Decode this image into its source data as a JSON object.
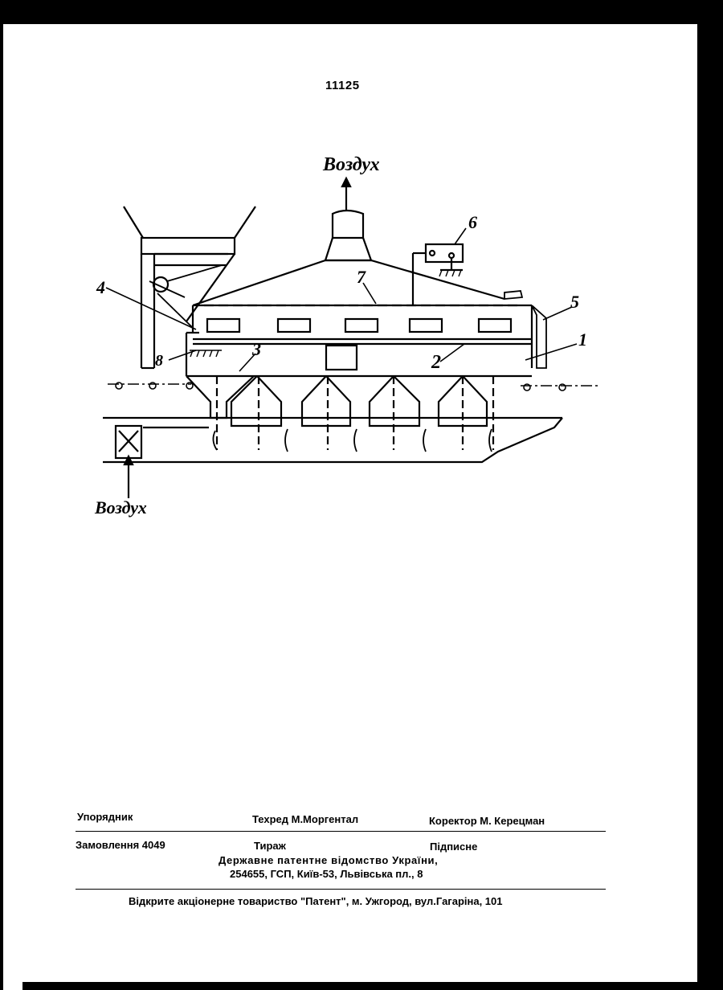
{
  "page": {
    "number": "11125"
  },
  "drawing": {
    "air_out_label": "Воздух",
    "air_in_label": "Воздух",
    "ref_numbers": [
      "1",
      "2",
      "3",
      "4",
      "5",
      "6",
      "7",
      "8"
    ],
    "ref_2_display": "2"
  },
  "footer": {
    "compiler": "Упорядник",
    "techred": "Техред М.Моргентал",
    "corrector": "Коректор М. Керецман",
    "order": "Замовлення  4049",
    "circulation": "Тираж",
    "subscription": "Підписне",
    "office_line1": "Державне патентне відомство України,",
    "office_line2": "254655, ГСП, Київ-53, Львівська пл., 8",
    "publisher": "Відкрите акціонерне товариство  \"Патент\", м. Ужгород, вул.Гагаріна, 101"
  }
}
